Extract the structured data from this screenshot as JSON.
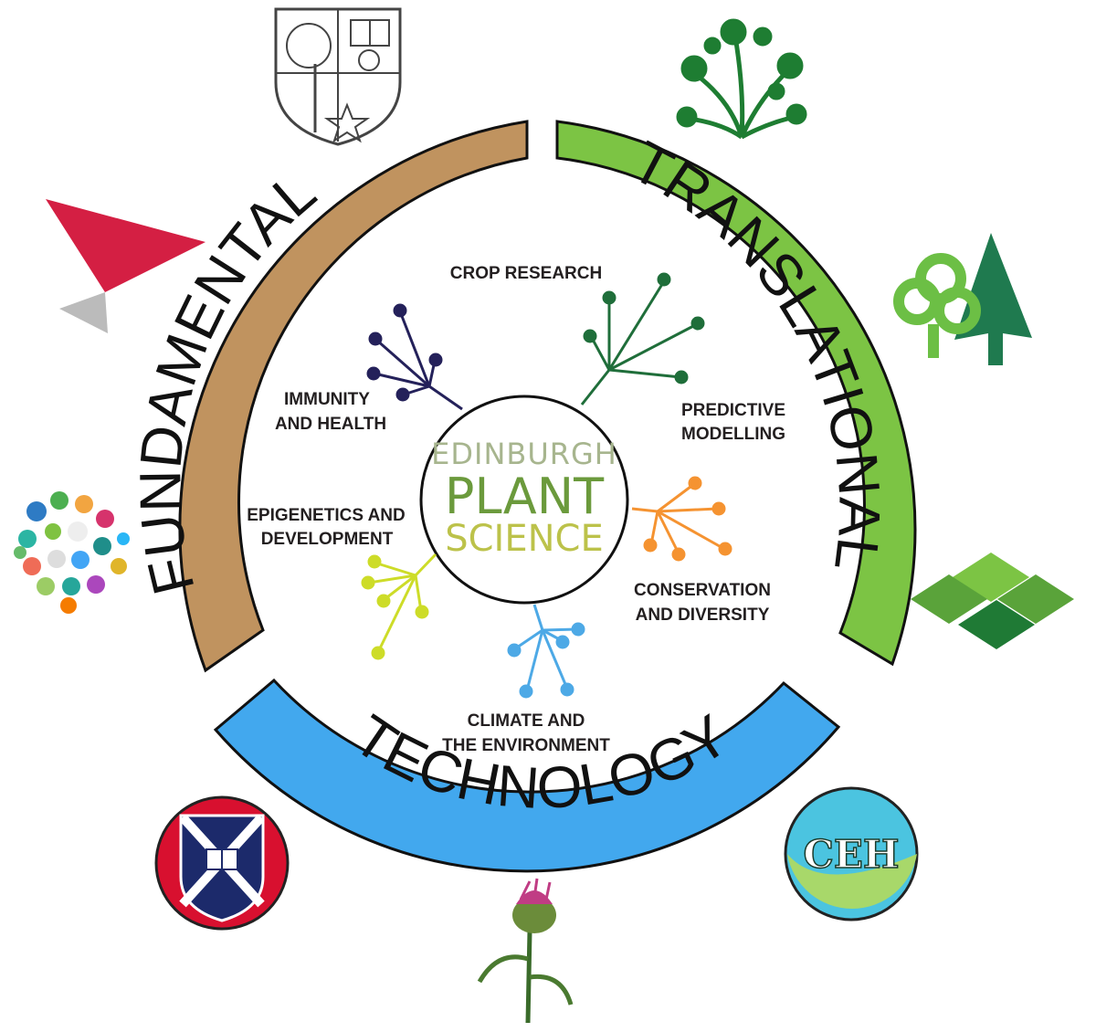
{
  "center": {
    "line1": "EDINBURGH",
    "line2": "PLANT",
    "line3": "SCIENCE"
  },
  "bands": {
    "fundamental": {
      "label": "FUNDAMENTAL",
      "color": "#c0935f"
    },
    "translational": {
      "label": "TRANSLATIONAL",
      "color": "#7cc444"
    },
    "technology": {
      "label": "TECHNOLOGY",
      "color": "#42a8ee"
    }
  },
  "themes": {
    "crop": {
      "line1": "CROP RESEARCH",
      "color": "#1f6e3a"
    },
    "predictive": {
      "line1": "PREDICTIVE",
      "line2": "MODELLING"
    },
    "conservation": {
      "line1": "CONSERVATION",
      "line2": "AND DIVERSITY",
      "color": "#f59331"
    },
    "climate": {
      "line1": "CLIMATE AND",
      "line2": "THE ENVIRONMENT",
      "color": "#4da9e6"
    },
    "epigenetics": {
      "line1": "EPIGENETICS AND",
      "line2": "DEVELOPMENT",
      "color": "#cddc28"
    },
    "immunity": {
      "line1": "IMMUNITY",
      "line2": "AND HEALTH",
      "color": "#24215a"
    }
  },
  "logos": {
    "ceh": {
      "text": "CEH"
    }
  }
}
